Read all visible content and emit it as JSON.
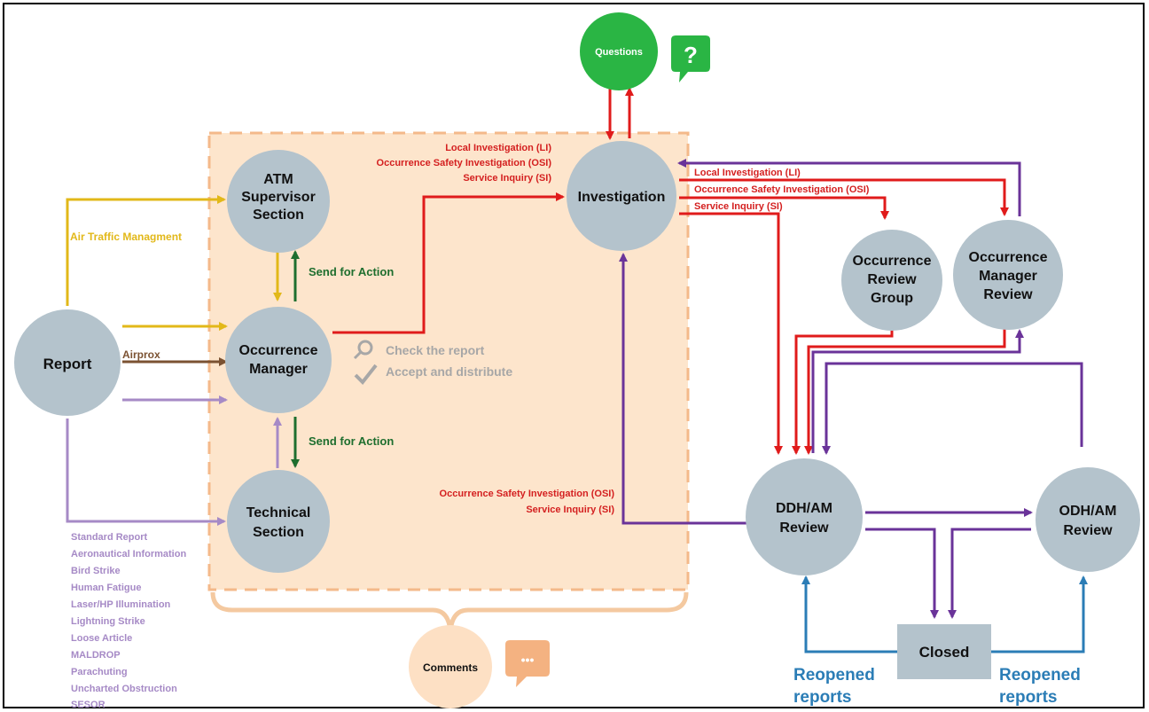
{
  "colors": {
    "node": "#b4c3cc",
    "region_fill": "#fde5cc",
    "region_border": "#f4b98a",
    "yellow": "#e2b819",
    "green": "#1e6e2e",
    "brown": "#7b5232",
    "lavender": "#a68ac6",
    "red": "#e01b1b",
    "purple": "#6a3399",
    "blue": "#2b7db6",
    "grey_text": "#a7a7a7",
    "label_red": "#d42020",
    "bright_green": "#2ab544",
    "comment_orange": "#f4b281"
  },
  "nodes": {
    "report": "Report",
    "atm": [
      "ATM",
      "Supervisor",
      "Section"
    ],
    "occurrence_manager": [
      "Occurrence",
      "Manager"
    ],
    "technical": [
      "Technical",
      "Section"
    ],
    "investigation": "Investigation",
    "questions": "Questions",
    "review_group": [
      "Occurrence",
      "Review",
      "Group"
    ],
    "manager_review": [
      "Occurrence",
      "Manager",
      "Review"
    ],
    "ddh": [
      "DDH/AM",
      "Review"
    ],
    "odh": [
      "ODH/AM",
      "Review"
    ],
    "closed": "Closed",
    "comments": "Comments"
  },
  "labels": {
    "air_traffic": "Air Traffic Managment",
    "airprox": "Airprox",
    "send_action_1": "Send for Action",
    "send_action_2": "Send for Action",
    "check": "Check the report",
    "accept": "Accept  and distribute",
    "inv_li": "Local Investigation (LI)",
    "inv_osi": "Occurrence Safety Investigation (OSI)",
    "inv_si": "Service Inquiry (SI)",
    "right_li": "Local Investigation (LI)",
    "right_osi": "Occurrence Safety Investigation (OSI)",
    "right_si": "Service Inquiry (SI)",
    "bottom_osi": "Occurrence Safety Investigation (OSI)",
    "bottom_si": "Service Inquiry (SI)",
    "reopened_left": [
      "Reopened",
      "reports"
    ],
    "reopened_right": [
      "Reopened",
      "reports"
    ]
  },
  "report_types": [
    "Standard Report",
    "Aeronautical Information",
    "Bird Strike",
    "Human Fatigue",
    "Laser/HP Illumination",
    "Lightning Strike",
    "Loose Article",
    "MALDROP",
    "Parachuting",
    "Uncharted Obstruction",
    "SESOR"
  ],
  "icons": {
    "question": "?",
    "comment": "•••"
  }
}
